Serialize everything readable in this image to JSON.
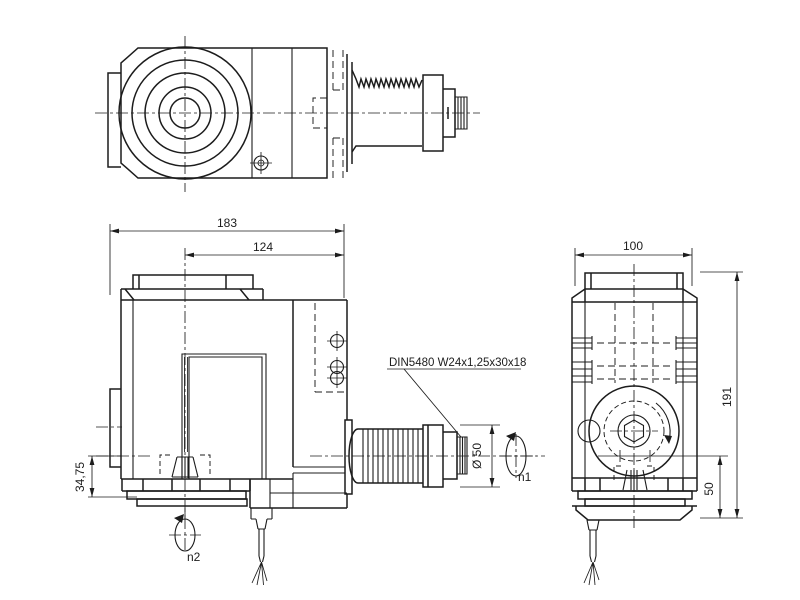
{
  "drawing": {
    "colors": {
      "background": "#ffffff",
      "line": "#1c1c1c"
    },
    "labels": {
      "spline_spec": "DIN5480 W24x1,25x30x18"
    },
    "dimensions": {
      "total_width": "183",
      "shank_axis_offset": "124",
      "flange_height": "34,75",
      "shank_diameter": "Ø 50",
      "side_width": "100",
      "side_height": "191",
      "axis_to_base": "50"
    },
    "rotation": {
      "n1": "n1",
      "n2": "n2"
    }
  }
}
